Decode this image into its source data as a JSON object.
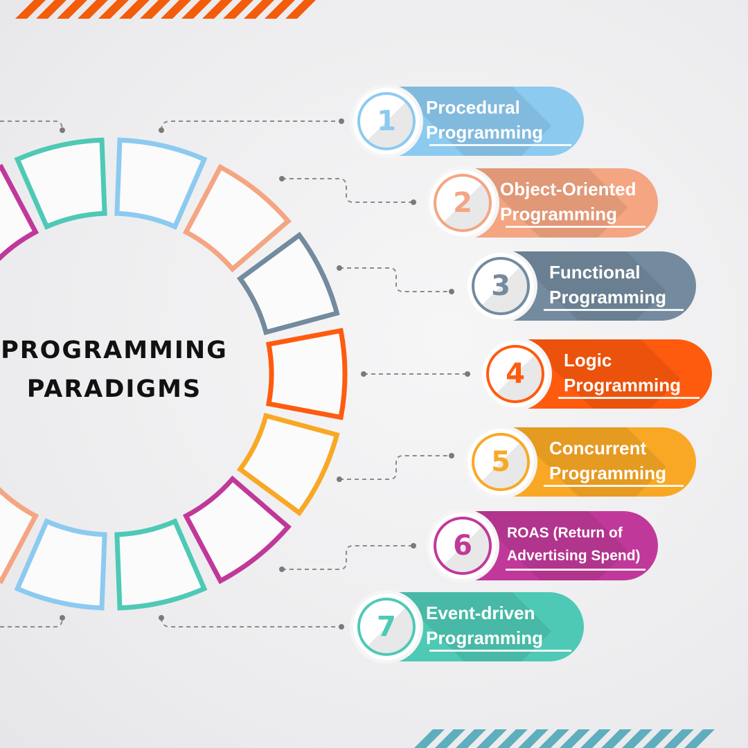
{
  "title": {
    "line1": "PROGRAMMING",
    "line2": "PARADIGMS"
  },
  "colors": {
    "stripes_top": "#f25c0a",
    "stripes_bottom": "#5eaebd",
    "ring": [
      "#8ccaf0",
      "#f4a582",
      "#748a9e",
      "#ff5b0e",
      "#f9a825",
      "#c0399a",
      "#4ec9b5",
      "#8ccaf0",
      "#f4a582",
      "#748a9e",
      "#ff5b0e",
      "#f9a825",
      "#c0399a",
      "#4ec9b5"
    ],
    "connector": "#888888"
  },
  "items": [
    {
      "number": "1",
      "line1": "Procedural",
      "line2": "Programming",
      "color": "#8ccaf0"
    },
    {
      "number": "2",
      "line1": "Object-Oriented",
      "line2": "Programming",
      "color": "#f4a582"
    },
    {
      "number": "3",
      "line1": "Functional",
      "line2": "Programming",
      "color": "#748a9e"
    },
    {
      "number": "4",
      "line1": "Logic",
      "line2": "Programming",
      "color": "#ff5b0e"
    },
    {
      "number": "5",
      "line1": "Concurrent",
      "line2": "Programming",
      "color": "#f9a825"
    },
    {
      "number": "6",
      "line1": "ROAS (Return of",
      "line2": "Advertising Spend)",
      "color": "#c0399a"
    },
    {
      "number": "7",
      "line1": "Event-driven",
      "line2": "Programming",
      "color": "#4ec9b5"
    }
  ]
}
